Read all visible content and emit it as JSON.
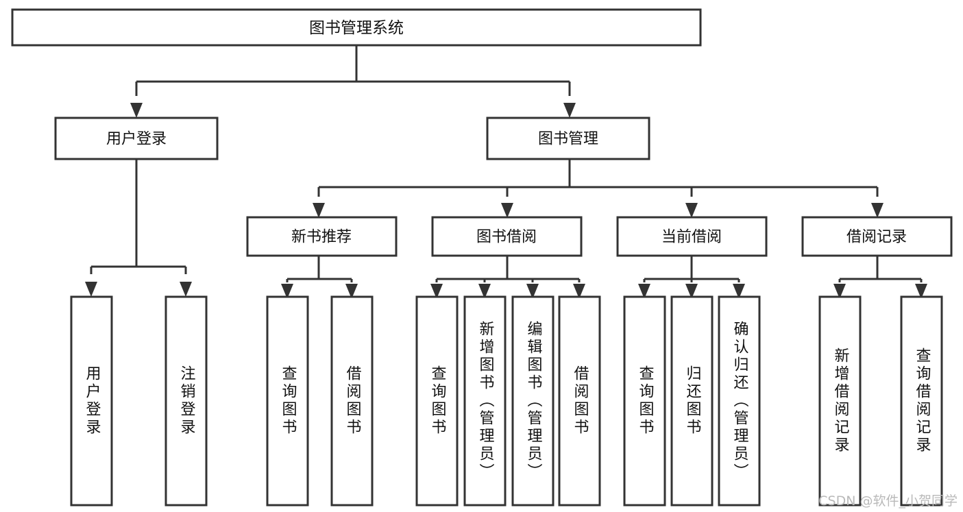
{
  "diagram": {
    "type": "tree",
    "title": "图书管理系统",
    "orientation": "top-down",
    "colors": {
      "box_stroke": "#333333",
      "box_fill": "#ffffff",
      "text": "#111111",
      "connector": "#333333",
      "background": "#ffffff",
      "watermark": "#b9b9b9"
    },
    "root": {
      "label": "图书管理系统"
    },
    "level2": [
      {
        "label": "用户登录"
      },
      {
        "label": "图书管理"
      }
    ],
    "level3": [
      {
        "label": "新书推荐"
      },
      {
        "label": "图书借阅"
      },
      {
        "label": "当前借阅"
      },
      {
        "label": "借阅记录"
      }
    ],
    "leaves": {
      "user_login": [
        {
          "label": "用户登录"
        },
        {
          "label": "注销登录"
        }
      ],
      "new_book": [
        {
          "label": "查询图书"
        },
        {
          "label": "借阅图书"
        }
      ],
      "book_borrow": [
        {
          "label": "查询图书"
        },
        {
          "label": "新增图书（管理员）"
        },
        {
          "label": "编辑图书（管理员）"
        },
        {
          "label": "借阅图书"
        }
      ],
      "current_borrow": [
        {
          "label": "查询图书"
        },
        {
          "label": "归还图书"
        },
        {
          "label": "确认归还（管理员）"
        }
      ],
      "borrow_record": [
        {
          "label": "新增借阅记录"
        },
        {
          "label": "查询借阅记录"
        }
      ]
    }
  },
  "watermark": {
    "text": "CSDN @软件_小贺同学"
  }
}
